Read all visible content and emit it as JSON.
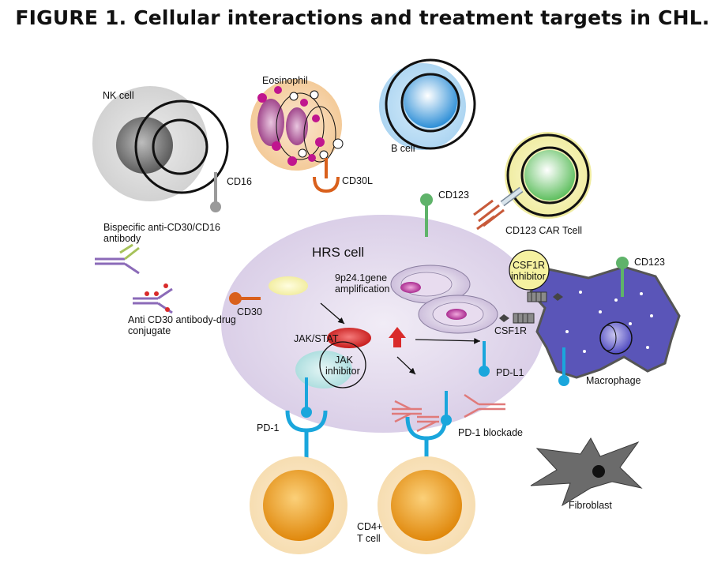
{
  "figure": {
    "title": "FIGURE 1. Cellular interactions and treatment targets in CHL."
  },
  "cells": {
    "nk_cell": "NK cell",
    "eosinophil": "Eosinophil",
    "b_cell": "B cell",
    "hrs_cell": "HRS cell",
    "car_t_cell": "CD123 CAR Tcell",
    "macrophage": "Macrophage",
    "fibroblast": "Fibroblast",
    "cd4_t_cell_line1": "CD4+",
    "cd4_t_cell_line2": "T cell"
  },
  "molecules": {
    "cd16": "CD16",
    "cd30l": "CD30L",
    "cd123_top": "CD123",
    "cd123_macrophage": "CD123",
    "cd30": "CD30",
    "jak_stat": "JAK/STAT",
    "jak_inhibitor_line1": "JAK",
    "jak_inhibitor_line2": "inhibitor",
    "gene_amp_line1": "9p24.1gene",
    "gene_amp_line2": "amplification",
    "csf1r": "CSF1R",
    "csf1r_inhibitor_line1": "CSF1R",
    "csf1r_inhibitor_line2": "inhibitor",
    "pd_l1": "PD-L1",
    "pd_1": "PD-1"
  },
  "therapies": {
    "bispecific_line1": "Bispecific anti-CD30/CD16",
    "bispecific_line2": "antibody",
    "adc_line1": "Anti CD30 antibody-drug",
    "adc_line2": "conjugate",
    "pd1_blockade": "PD-1 blockade"
  },
  "colors": {
    "hrs_cell": "#ddd3e8",
    "t_cell": "#f0a020",
    "pd_receptor": "#1aa6dc",
    "cd123": "#5fb36a",
    "cd30": "#d9601c",
    "macrophage": "#5a55b8",
    "jak_stat": "#d92a2a"
  }
}
